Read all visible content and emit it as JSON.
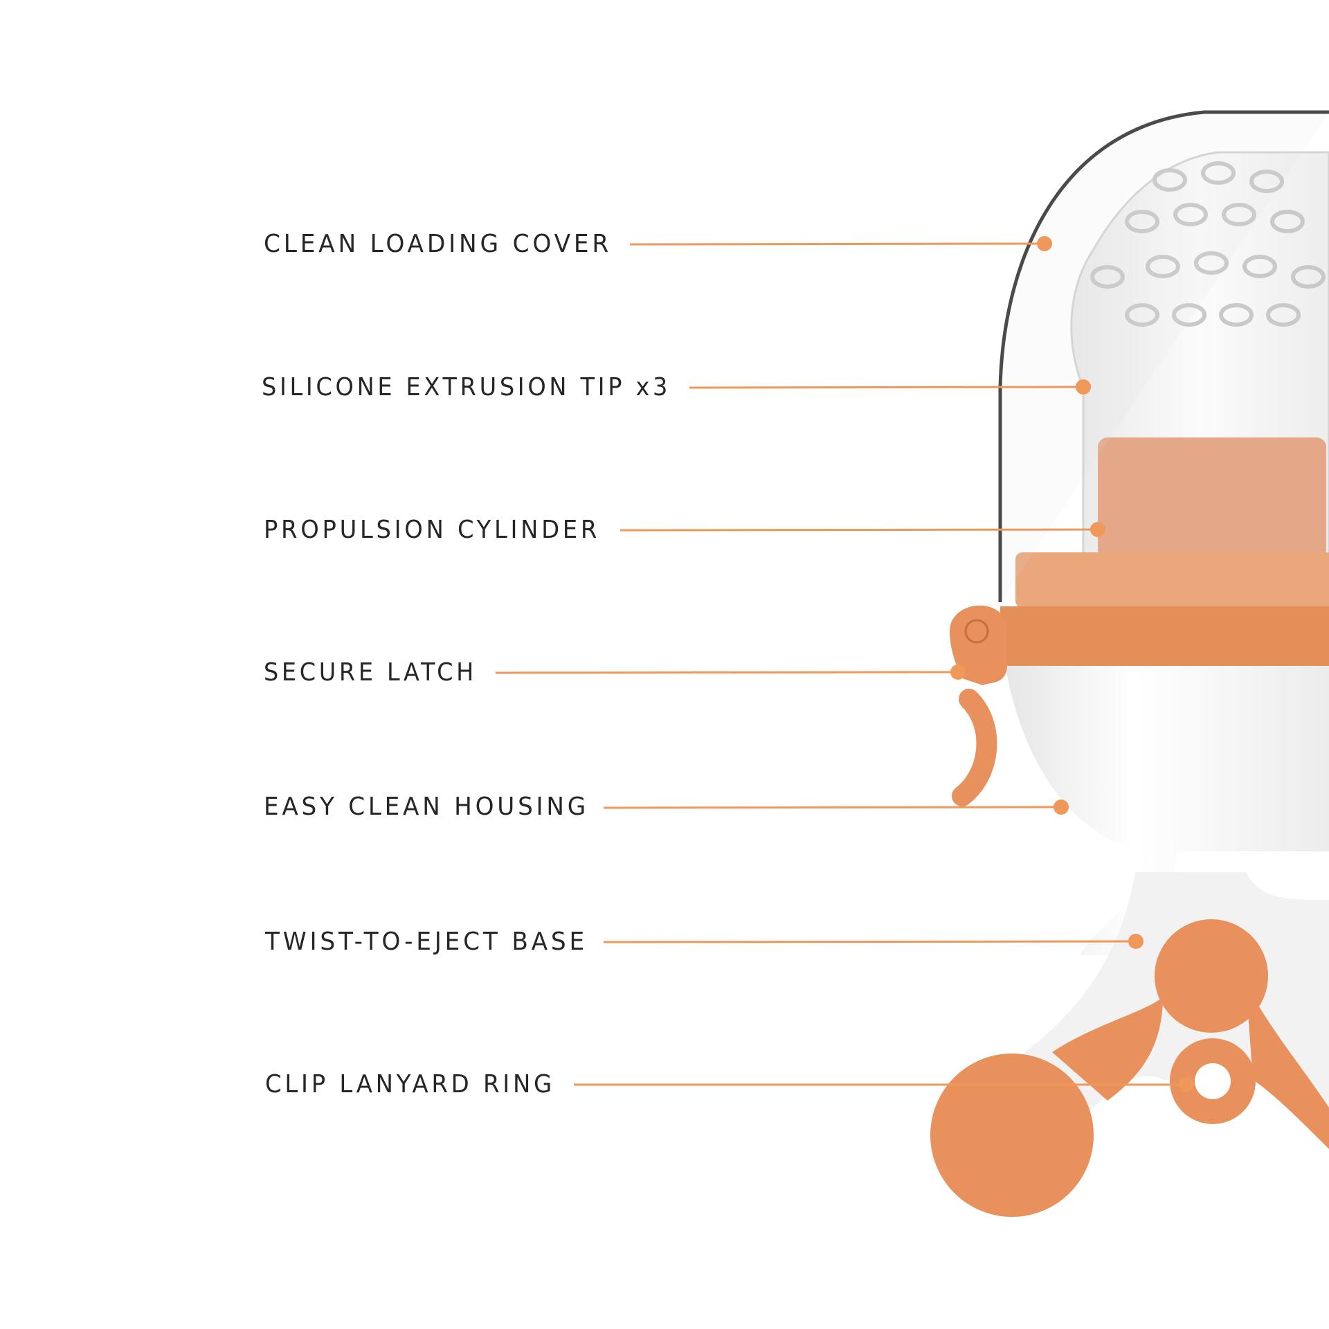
{
  "colors": {
    "accent": "#f0975a",
    "text": "#262626",
    "orange_part": "#e8915c",
    "cylinder": "#e4a888",
    "housing": "#f4f4f4"
  },
  "callouts": [
    {
      "label": "CLEAN LOADING COVER"
    },
    {
      "label": "SILICONE EXTRUSION TIP x3"
    },
    {
      "label": "PROPULSION CYLINDER"
    },
    {
      "label": "SECURE LATCH"
    },
    {
      "label": "EASY CLEAN HOUSING"
    },
    {
      "label": "TWIST-TO-EJECT BASE"
    },
    {
      "label": "CLIP LANYARD RING"
    }
  ]
}
